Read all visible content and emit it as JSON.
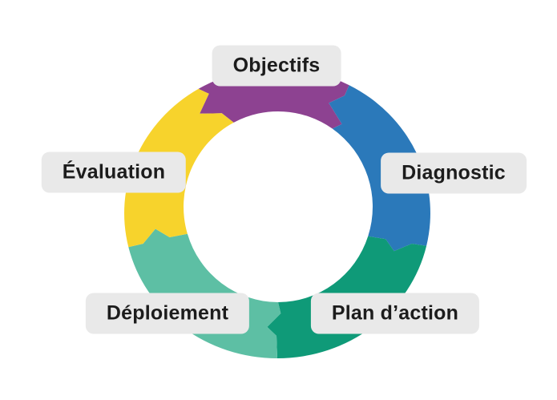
{
  "diagram": {
    "type": "cycle-ring",
    "background": "#ffffff",
    "label_bg": "#e9e9e9",
    "label_color": "#1c1c1c",
    "segments": [
      {
        "id": "objectifs",
        "label": "Objectifs",
        "color": "#8d4291",
        "start": -31,
        "end": 30
      },
      {
        "id": "diagnostic",
        "label": "Diagnostic",
        "color": "#2b79ba",
        "start": 30,
        "end": 104
      },
      {
        "id": "plan-action",
        "label": "Plan d’action",
        "color": "#0f9a78",
        "start": 104,
        "end": 180
      },
      {
        "id": "deploiement",
        "label": "Déploiement",
        "color": "#5dbfa4",
        "start": 180,
        "end": 256
      },
      {
        "id": "evaluation",
        "label": "Évaluation",
        "color": "#f7d32c",
        "start": 256,
        "end": 329
      }
    ]
  }
}
